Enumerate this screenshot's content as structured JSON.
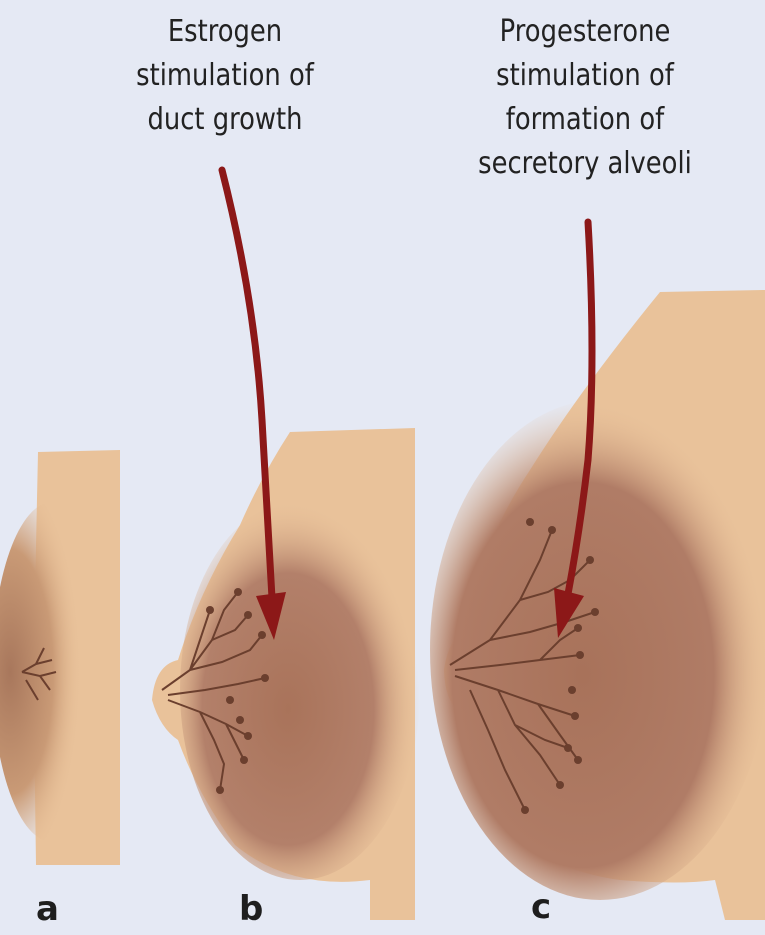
{
  "captions": {
    "estrogen": [
      "Estrogen",
      "stimulation of",
      "duct growth"
    ],
    "progesterone": [
      "Progesterone",
      "stimulation of",
      "formation of",
      "secretory alveoli"
    ]
  },
  "panel_labels": {
    "a": "a",
    "b": "b",
    "c": "c"
  },
  "colors": {
    "background": "#e5e9f4",
    "skin": "#e9c29a",
    "gland": "#b07a5d",
    "duct": "#6b3f2e",
    "arrow": "#8c1818"
  }
}
